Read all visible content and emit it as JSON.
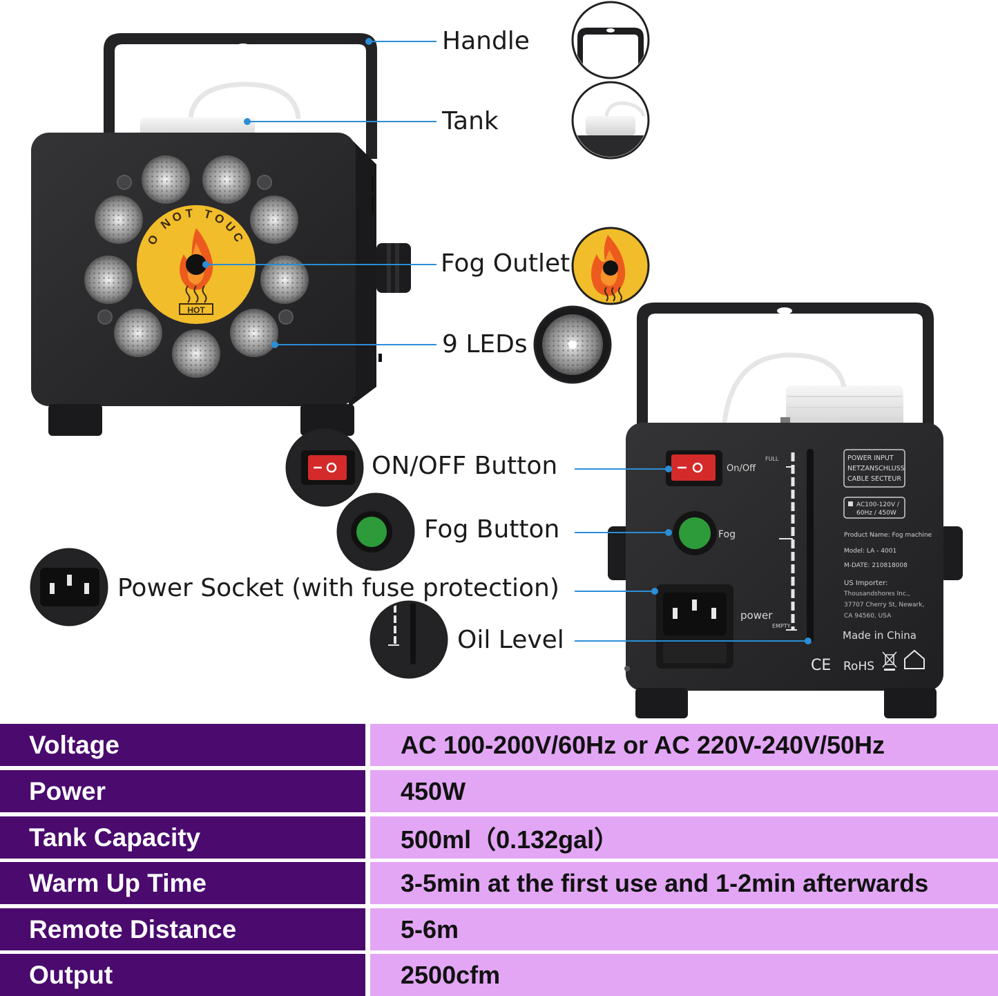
{
  "callouts": {
    "handle": "Handle",
    "tank": "Tank",
    "fog_outlet": "Fog Outlet",
    "leds": "9 LEDs",
    "on_off_button": "ON/OFF Button",
    "fog_button": "Fog Button",
    "power_socket": "Power Socket (with fuse protection)",
    "oil_level": "Oil Level"
  },
  "front_panel": {
    "sticker_text": "DO NOT TOUCH",
    "hot_label": "HOT"
  },
  "back_panel": {
    "on_off_label": "On/Off",
    "fog_label": "Fog",
    "power_label": "power",
    "full_label": "FULL",
    "empty_label": "EMPTY",
    "power_input_lines": [
      "POWER INPUT",
      "NETZANSCHLUSS",
      "CABLE SECTEUR"
    ],
    "rating_lines": [
      "AC100-120V /",
      "60Hz / 450W"
    ],
    "product_name": "Product Name: Fog machine",
    "model": "Model: LA - 4001",
    "mdate": "M-DATE: 210818008",
    "importer_title": "US Importer:",
    "importer_lines": [
      "Thousandshores Inc.,",
      "37707 Cherry St, Newark,",
      "CA 94560, USA"
    ],
    "made_in": "Made in China",
    "ce_mark": "CE",
    "rohs_mark": "RoHS"
  },
  "specs": [
    {
      "label": "Voltage",
      "value": "AC 100-200V/60Hz or AC 220V-240V/50Hz"
    },
    {
      "label": "Power",
      "value": "450W"
    },
    {
      "label": "Tank Capacity",
      "value": "500ml（0.132gal）"
    },
    {
      "label": "Warm Up Time",
      "value": "3-5min at the first use and 1-2min afterwards"
    },
    {
      "label": "Remote Distance",
      "value": "5-6m"
    },
    {
      "label": "Output",
      "value": "2500cfm"
    }
  ],
  "colors": {
    "label_bg": "#4a0a6e",
    "value_bg": "#e3a6f5",
    "callout_line": "#2a8ed8",
    "machine_body": "#2b2b2d",
    "sticker_yellow": "#f2bd2a",
    "switch_red": "#d42a2a",
    "fog_button_green": "#2e9b3a"
  }
}
